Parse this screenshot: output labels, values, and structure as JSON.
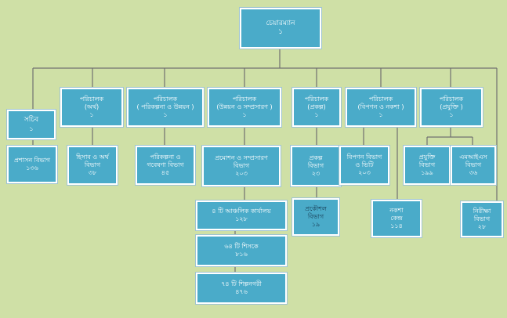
{
  "org": {
    "chairman": {
      "title": "চেয়ারম্যান",
      "count": "১"
    },
    "secretary": {
      "title": "সচিব",
      "count": "১"
    },
    "directors": [
      {
        "title": "পরিচালক",
        "subtitle": "(অর্থ)",
        "count": "১"
      },
      {
        "title": "পরিচালক",
        "subtitle": "( পরিকল্পনা ও উন্নয়ন )",
        "count": "১"
      },
      {
        "title": "পরিচালক",
        "subtitle": "(উন্নয়ন ও সম্প্রসারণ )",
        "count": "১"
      },
      {
        "title": "পরিচালক",
        "subtitle": "(প্রকল্প)",
        "count": "১"
      },
      {
        "title": "পরিচালক",
        "subtitle": "(বিপণন ও নকশা )",
        "count": "১"
      },
      {
        "title": "পরিচালক",
        "subtitle": "(প্রযুক্তি )",
        "count": "১"
      }
    ],
    "departments": {
      "admin": {
        "line1": "প্রশাসন বিভাগ",
        "count": "১৩৬"
      },
      "accounts": {
        "line1": "হিসাব ও অর্থ",
        "line2": "বিভাগ",
        "count": "৩৮"
      },
      "planning": {
        "line1": "পরিকল্পনা ও",
        "line2": "গবেষণা বিভাগ",
        "count": "৪৫"
      },
      "promotion": {
        "line1": "প্রমোশন ও সম্প্রসারণ",
        "line2": "বিভাগ",
        "count": "২০৩"
      },
      "project": {
        "line1": "প্রকল্প",
        "line2": "বিভাগ",
        "count": "২৩"
      },
      "engineering": {
        "line1": "প্রকৌশল",
        "line2": "বিভাগ",
        "count": "১৯"
      },
      "marketing": {
        "line1": "বিপণন বিভাগ",
        "line2": "ও ভিটি",
        "count": "২০৩"
      },
      "design_center": {
        "line1": "নকশা",
        "line2": "কেন্দ্র",
        "count": "১১৪"
      },
      "technology": {
        "line1": "প্রযুক্তি",
        "line2": "বিভাগ",
        "count": "১৯৯"
      },
      "mis": {
        "line1": "এমআইএস",
        "line2": "বিভাগ",
        "count": "৩৬"
      },
      "inspection": {
        "line1": "নিরীক্ষা",
        "line2": "বিভাগ",
        "count": "২৮"
      }
    },
    "regional": [
      {
        "line1": "৪ টি আঞ্চলিক কার্যালয়",
        "count": "১২৮"
      },
      {
        "line1": "৬৪ টি শিসকে",
        "count": "৮১৬"
      },
      {
        "line1": "৭৪ টি শিল্পনগরী",
        "count": "৪৭৬"
      }
    ]
  },
  "colors": {
    "background": "#cfe0a6",
    "box": "#4aabc9",
    "line": "#707070"
  }
}
